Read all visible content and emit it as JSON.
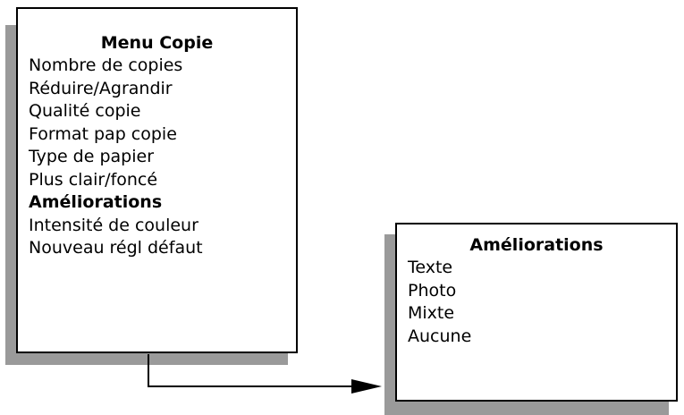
{
  "menu_copie": {
    "title": "Menu Copie",
    "items": [
      "Nombre de copies",
      "Réduire/Agrandir",
      "Qualité copie",
      "Format pap copie",
      "Type de papier",
      "Plus clair/foncé",
      "Améliorations",
      "Intensité de couleur",
      "Nouveau régl défaut"
    ],
    "highlighted_item": "Améliorations"
  },
  "ameliorations": {
    "title": "Améliorations",
    "items": [
      "Texte",
      "Photo",
      "Mixte",
      "Aucune"
    ]
  },
  "colors": {
    "shadow": "#9a9a9a",
    "border": "#000000",
    "background": "#ffffff"
  }
}
